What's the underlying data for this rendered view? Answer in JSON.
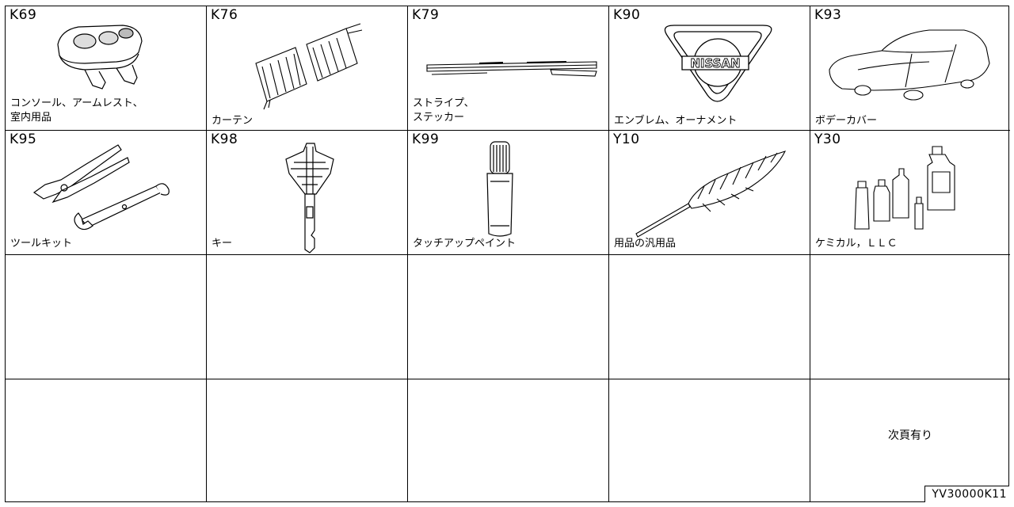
{
  "items": [
    {
      "code": "K69",
      "label": "コンソール、アームレスト、\n室内用品",
      "icon": "console-armrest"
    },
    {
      "code": "K76",
      "label": "カーテン",
      "icon": "curtain"
    },
    {
      "code": "K79",
      "label": "ストライプ、\nステッカー",
      "icon": "stripe-sticker"
    },
    {
      "code": "K90",
      "label": "エンブレム、オーナメント",
      "icon": "nissan-emblem",
      "emblem_text": "NISSAN"
    },
    {
      "code": "K93",
      "label": "ボデーカバー",
      "icon": "car-body-cover"
    },
    {
      "code": "K95",
      "label": "ツールキット",
      "icon": "pliers-wrench"
    },
    {
      "code": "K98",
      "label": "キー",
      "icon": "key"
    },
    {
      "code": "K99",
      "label": "タッチアップペイント",
      "icon": "touch-up-paint-bottle"
    },
    {
      "code": "Y10",
      "label": "用品の汎用品",
      "icon": "feather-duster"
    },
    {
      "code": "Y30",
      "label": "ケミカル，ＬＬＣ",
      "icon": "chemical-bottles"
    }
  ],
  "note": "次頁有り",
  "reference": "YV30000K11"
}
